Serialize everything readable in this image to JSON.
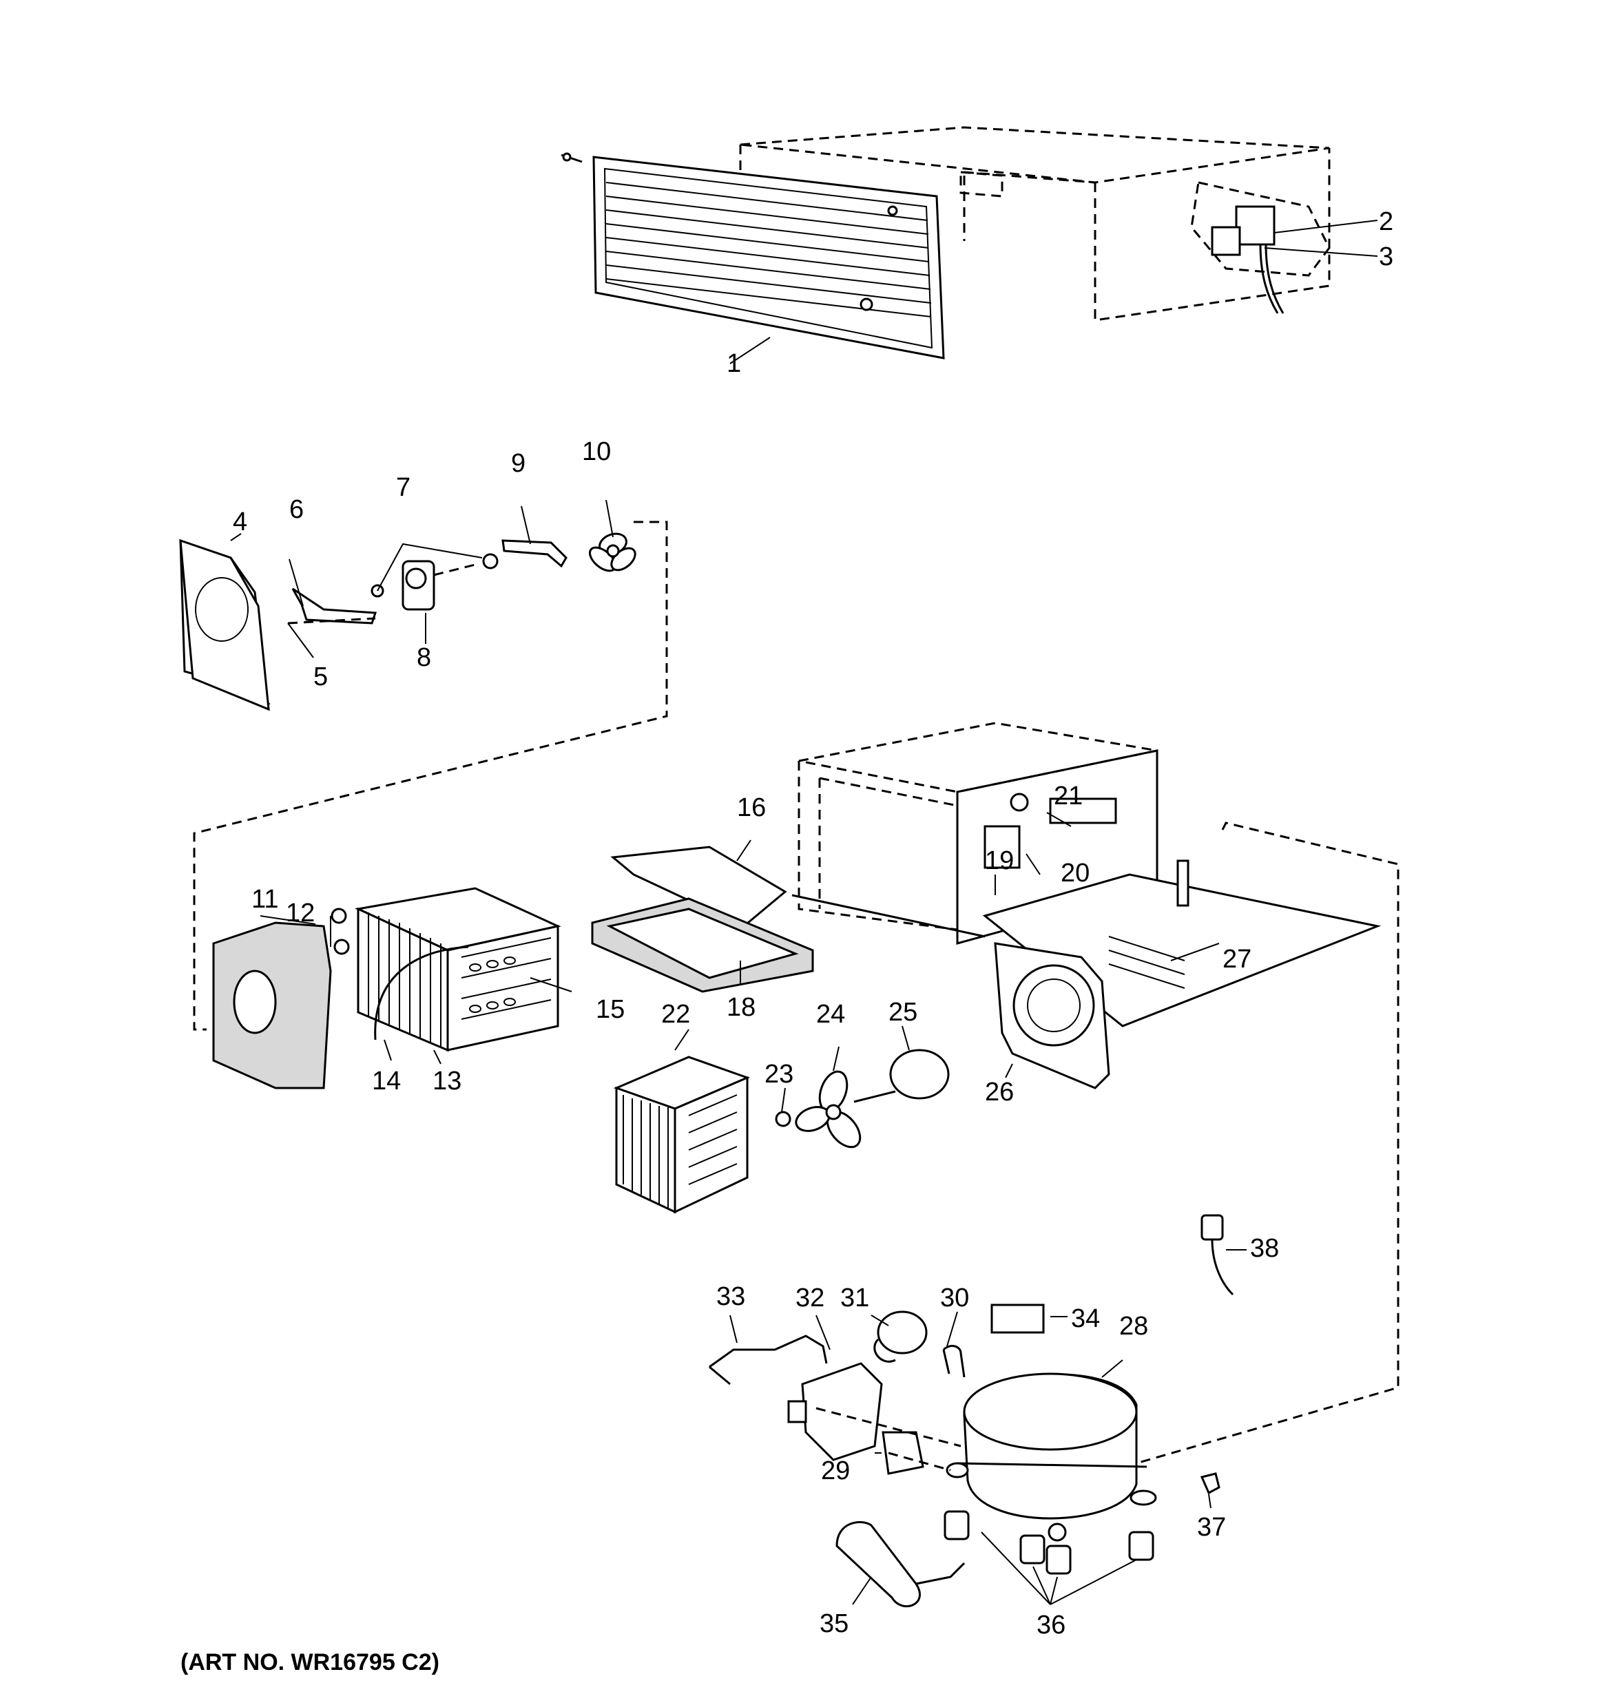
{
  "callouts": [
    "1",
    "2",
    "3",
    "4",
    "5",
    "6",
    "7",
    "8",
    "9",
    "10",
    "11",
    "12",
    "13",
    "14",
    "15",
    "16",
    "18",
    "19",
    "20",
    "21",
    "22",
    "23",
    "24",
    "25",
    "26",
    "27",
    "28",
    "29",
    "30",
    "31",
    "32",
    "33",
    "34",
    "35",
    "36",
    "37",
    "38"
  ],
  "caption": "(ART NO. WR16795 C2)"
}
